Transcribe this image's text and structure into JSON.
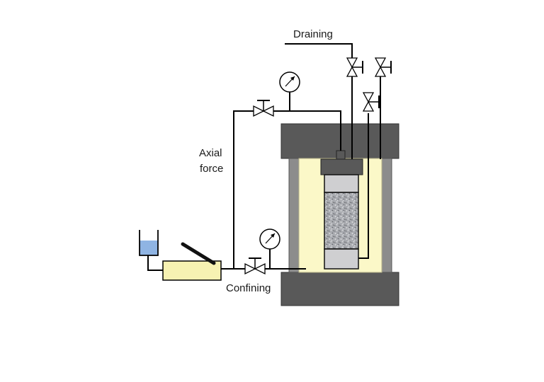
{
  "labels": {
    "draining": "Draining",
    "axial_line1": "Axial",
    "axial_line2": "force",
    "confining": "Confining"
  },
  "colors": {
    "line": "#000000",
    "steel": "#595959",
    "steel_light": "#8c8c8c",
    "fluid": "#fbf8c8",
    "fluid_border": "#b8b48a",
    "pump": "#f7f2b2",
    "water": "#8fb4e3",
    "specimen": "#a9abb0",
    "cap": "#cfcfd1"
  }
}
